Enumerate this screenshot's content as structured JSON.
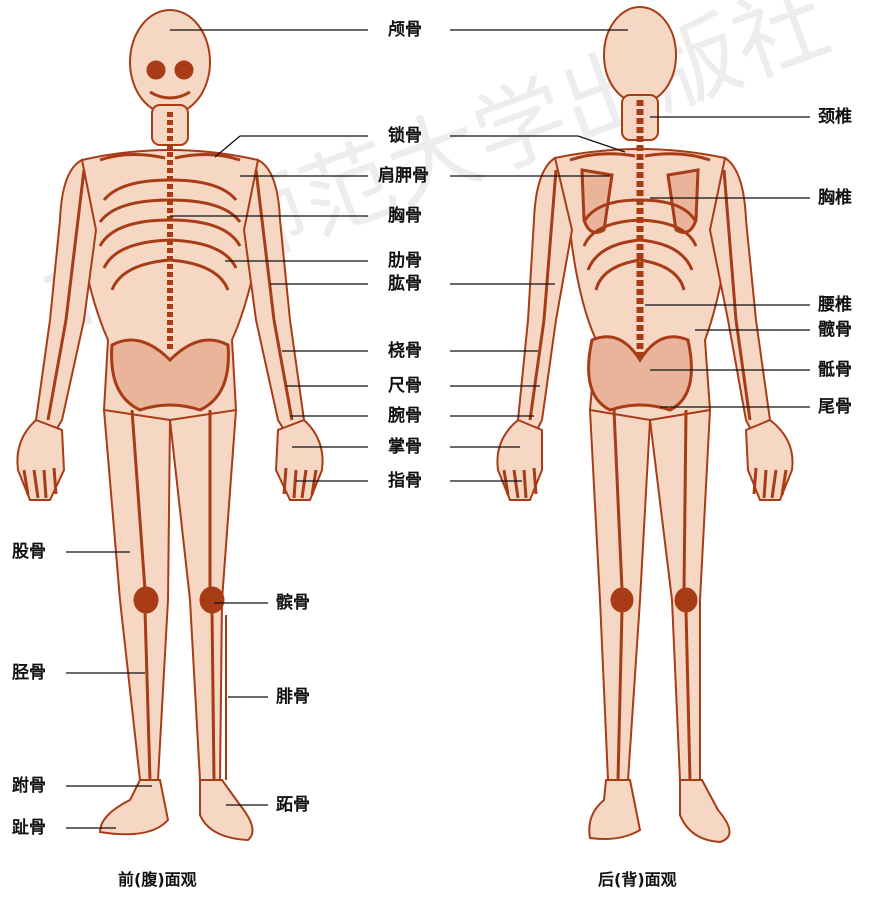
{
  "watermark": "北京师范大学出版社",
  "colors": {
    "skin": "#f6d7c4",
    "bone": "#a83c17",
    "bone_light": "#d98a6a",
    "line": "#111111"
  },
  "center_labels": [
    "颅骨",
    "锁骨",
    "肩胛骨",
    "胸骨",
    "肋骨",
    "肱骨",
    "桡骨",
    "尺骨",
    "腕骨",
    "掌骨",
    "指骨"
  ],
  "front_left_labels": [
    "股骨",
    "胫骨",
    "跗骨",
    "趾骨"
  ],
  "front_right_labels": [
    "髌骨",
    "腓骨",
    "跖骨"
  ],
  "back_right_labels": [
    "颈椎",
    "胸椎",
    "腰椎",
    "髋骨",
    "骶骨",
    "尾骨"
  ],
  "captions": {
    "front": "前(腹)面观",
    "back": "后(背)面观"
  }
}
